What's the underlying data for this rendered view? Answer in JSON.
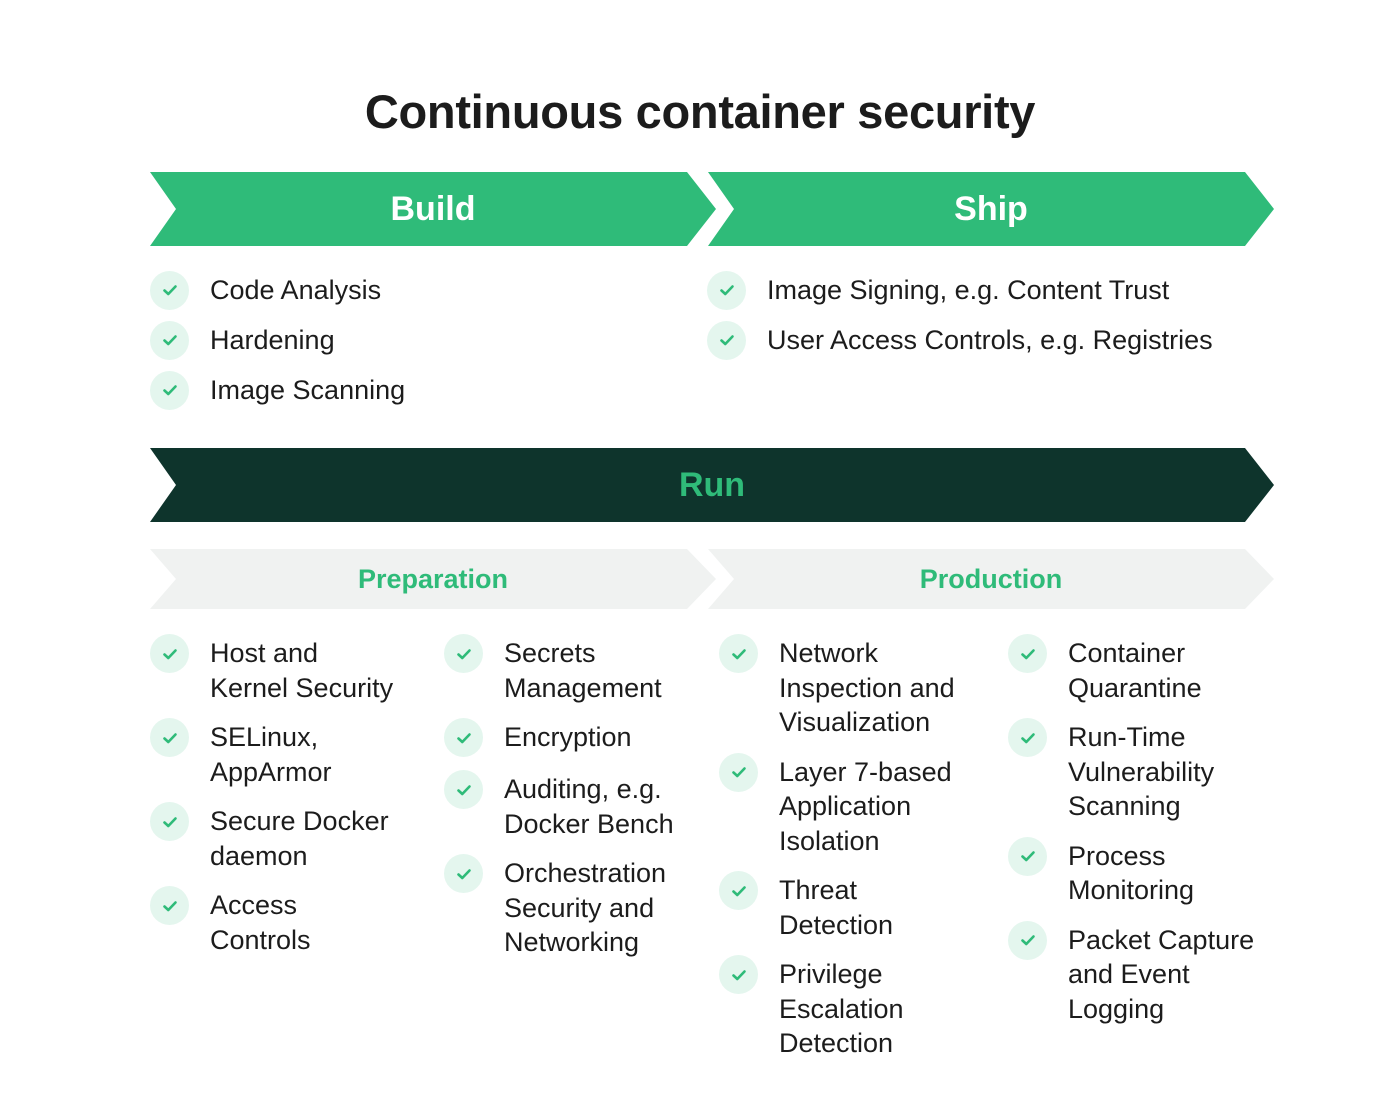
{
  "title": "Continuous container security",
  "colors": {
    "accent": "#2fbb79",
    "dark": "#0e342c",
    "light_band": "#f0f2f1",
    "check_bg": "#e4f6ee",
    "text": "#1c1c1c"
  },
  "build": {
    "label": "Build",
    "items": [
      "Code Analysis",
      "Hardening",
      "Image Scanning"
    ]
  },
  "ship": {
    "label": "Ship",
    "items": [
      "Image Signing, e.g. Content Trust",
      "User Access Controls, e.g. Registries"
    ]
  },
  "run": {
    "label": "Run",
    "preparation": {
      "label": "Preparation",
      "col1": [
        "Host and\nKernel Security",
        "SELinux,\nAppArmor",
        "Secure Docker\ndaemon",
        "Access\nControls"
      ],
      "col2": [
        "Secrets\nManagement",
        "Encryption",
        "Auditing, e.g.\nDocker Bench",
        "Orchestration\nSecurity and\nNetworking"
      ]
    },
    "production": {
      "label": "Production",
      "col1": [
        "Network\nInspection and\nVisualization",
        "Layer 7-based\nApplication\nIsolation",
        "Threat\nDetection",
        "Privilege\nEscalation\nDetection"
      ],
      "col2": [
        "Container\nQuarantine",
        "Run-Time\nVulnerability\nScanning",
        "Process\nMonitoring",
        "Packet Capture\nand Event\nLogging"
      ]
    }
  }
}
